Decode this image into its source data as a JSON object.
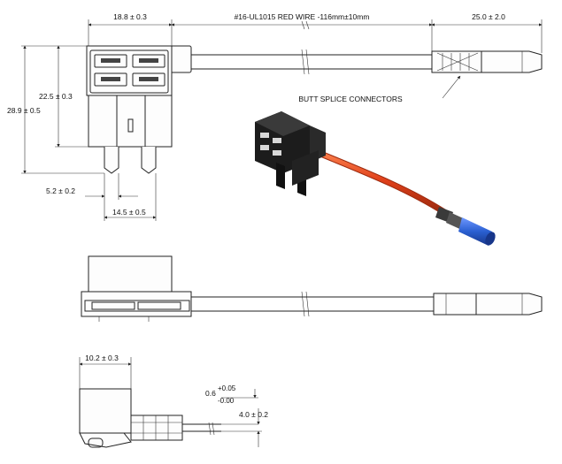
{
  "dimensions": {
    "top_width": "18.8 ± 0.3",
    "wire_label": "#16-UL1015 RED WIRE -116mm±10mm",
    "connector_length": "25.0 ± 2.0",
    "height_inner": "22.5 ± 0.3",
    "height_total": "28.9 ± 0.5",
    "blade_offset": "5.2 ± 0.2",
    "blade_span": "14.5 ± 0.5",
    "side_width": "10.2 ± 0.3",
    "blade_thickness_nominal": "0.6",
    "blade_thickness_plus": "+0.05",
    "blade_thickness_minus": "-0.00",
    "blade_height": "4.0 ± 0.2"
  },
  "callouts": {
    "butt_splice": "BUTT SPLICE CONNECTORS"
  },
  "colors": {
    "line": "#222222",
    "wire_red": "#e0401a",
    "connector_blue": "#2a5fd1",
    "body_black": "#1c1c1c"
  }
}
